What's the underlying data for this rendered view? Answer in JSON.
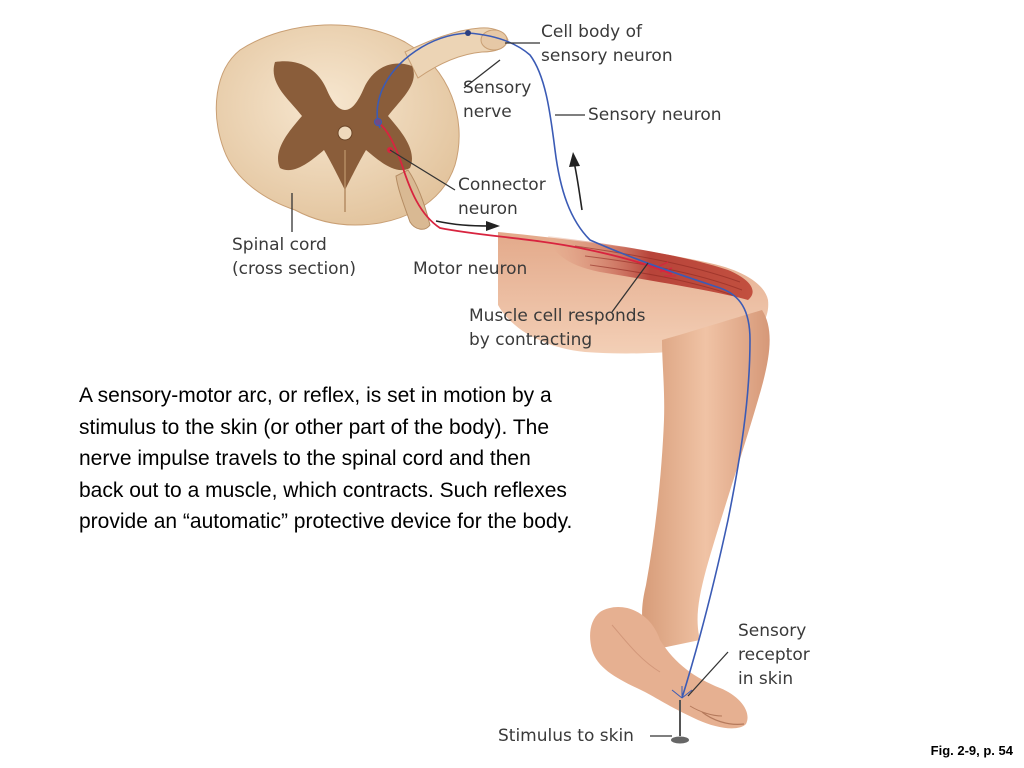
{
  "labels": {
    "cell_body": "Cell body of\nsensory neuron",
    "sensory_nerve": "Sensory\nnerve",
    "sensory_neuron": "Sensory neuron",
    "connector_neuron": "Connector\nneuron",
    "spinal_cord": "Spinal cord\n(cross section)",
    "motor_neuron": "Motor neuron",
    "muscle_cell": "Muscle cell responds\nby contracting",
    "sensory_receptor": "Sensory\nreceptor\nin skin",
    "stimulus": "Stimulus to skin"
  },
  "caption": "A sensory-motor arc, or reflex, is set in motion by a stimulus to the skin (or other part of the body). The nerve impulse travels to the spinal cord and then back out to a muscle, which contracts. Such reflexes provide an “automatic” protective device for the body.",
  "figure_ref": "Fig. 2-9, p. 54",
  "colors": {
    "skin": "#e9b797",
    "skin_shadow": "#c98d6c",
    "cord_outer": "#efd9bc",
    "cord_gray": "#8a5d3a",
    "sensory_neuron": "#3b5bb5",
    "motor_neuron": "#d8243f",
    "muscle": "#b8443a",
    "leader_line": "#333333"
  }
}
